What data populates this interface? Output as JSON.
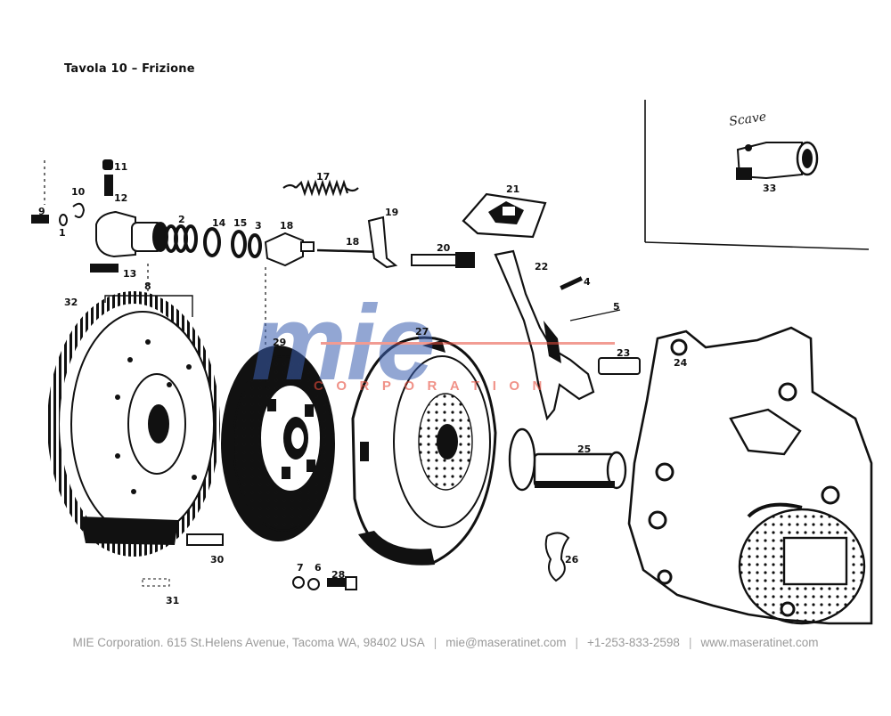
{
  "title": "Tavola  10  –  Frizione",
  "inset_note": "Scave",
  "watermark": {
    "brand": "mie",
    "subtitle": "CORPORATION",
    "brand_color": "#3a5fb0",
    "accent_color": "#e74a3a"
  },
  "callouts": [
    "1",
    "2",
    "3",
    "4",
    "5",
    "6",
    "7",
    "8",
    "9",
    "10",
    "11",
    "12",
    "13",
    "14",
    "15",
    "17",
    "18",
    "18",
    "19",
    "20",
    "21",
    "22",
    "23",
    "24",
    "25",
    "26",
    "27",
    "28",
    "29",
    "30",
    "31",
    "32",
    "33"
  ],
  "footer": {
    "company": "MIE Corporation. 615 St.Helens Avenue, Tacoma WA, 98402 USA",
    "email": "mie@maseratinet.com",
    "phone": "+1-253-833-2598",
    "website": "www.maseratinet.com",
    "separator": "|"
  }
}
